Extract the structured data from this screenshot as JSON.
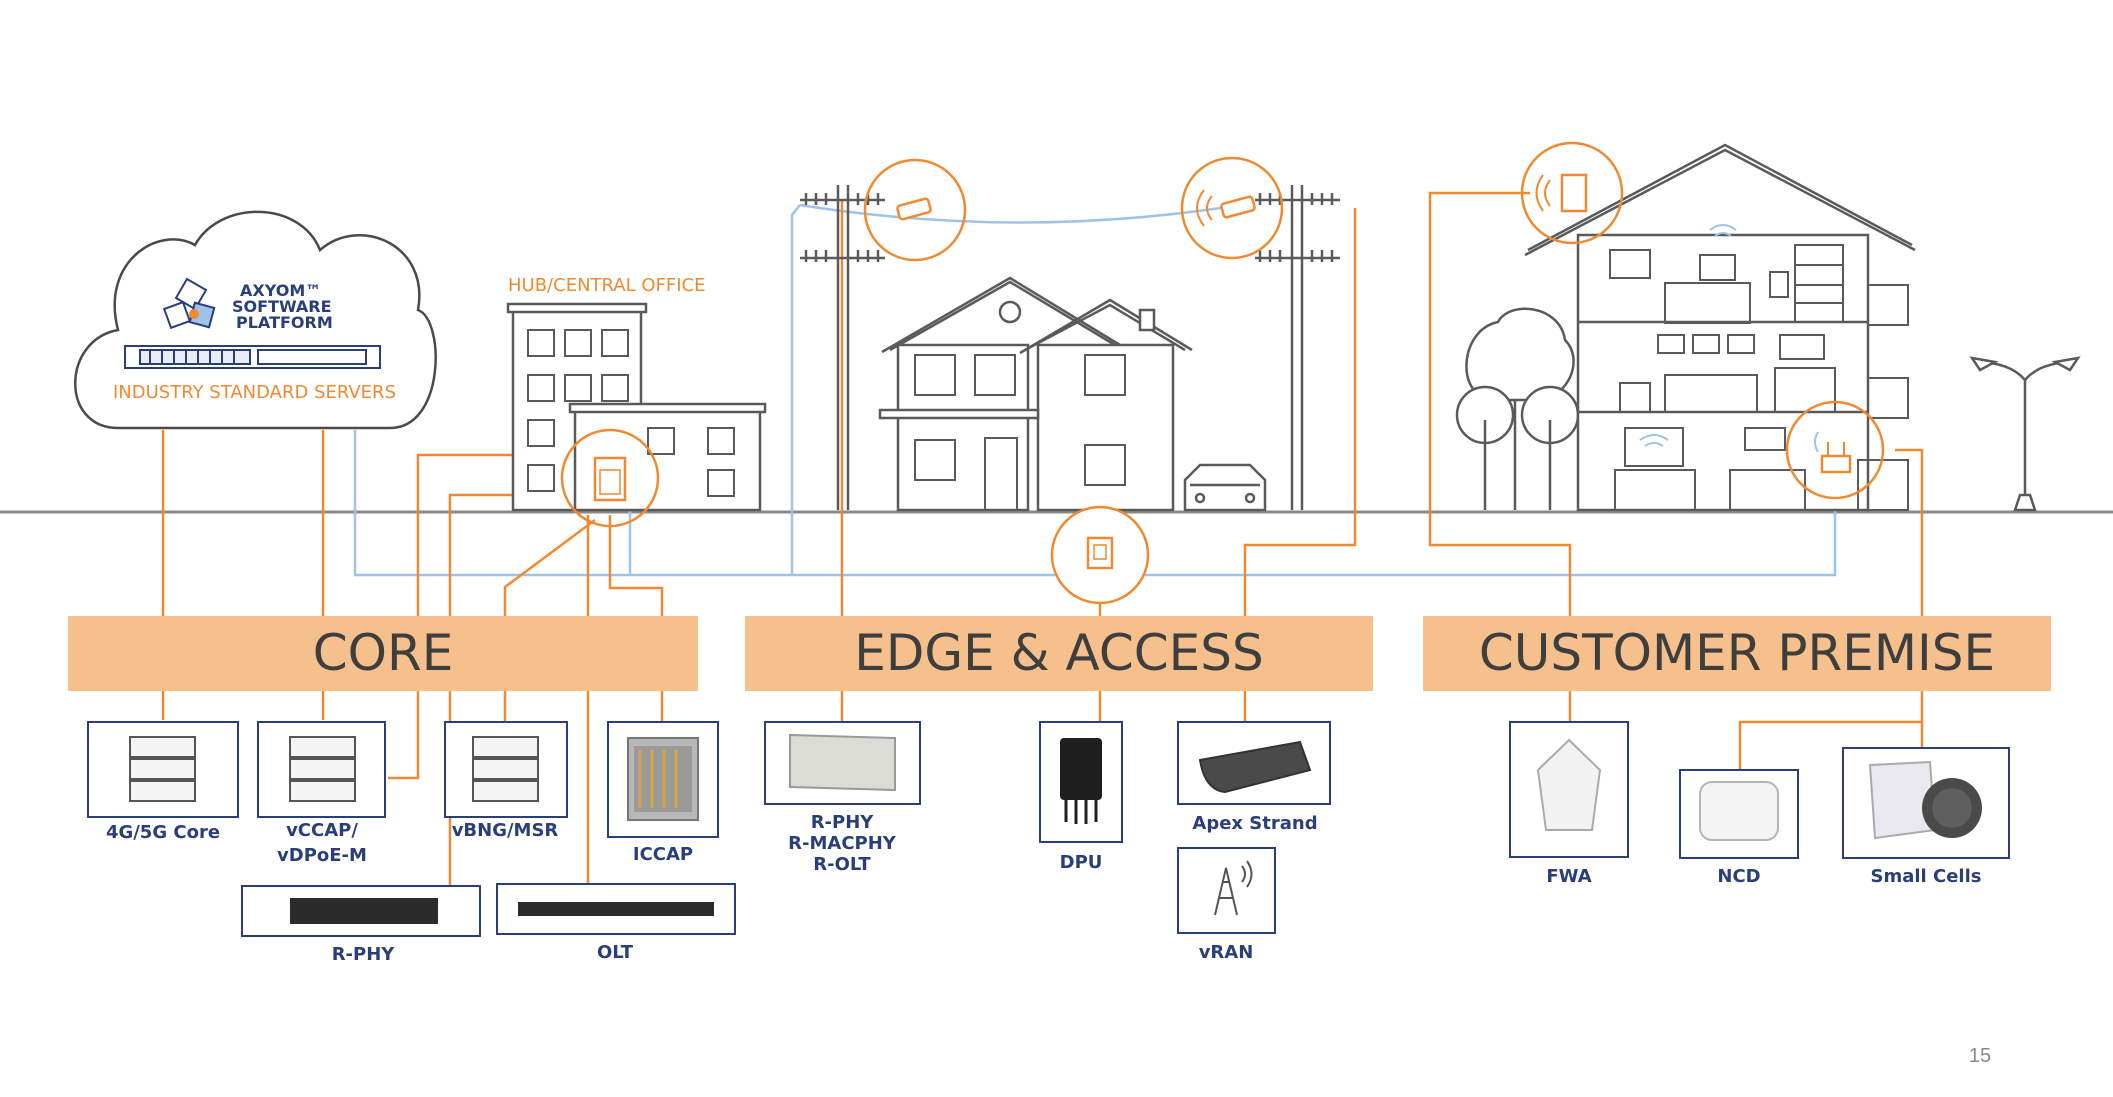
{
  "cloud": {
    "logo_line1": "AXYOM™",
    "logo_line2": "SOFTWARE",
    "logo_line3": "PLATFORM",
    "servers_label": "INDUSTRY STANDARD SERVERS"
  },
  "hub_label": "HUB/CENTRAL OFFICE",
  "bands": {
    "core": "CORE",
    "edge": "EDGE & ACCESS",
    "premise": "CUSTOMER PREMISE"
  },
  "devices": {
    "core_4g5g": "4G/5G Core",
    "vccap_line1": "vCCAP/",
    "vccap_line2": "vDPoE-M",
    "vbng": "vBNG/MSR",
    "iccap": "ICCAP",
    "rphy_core": "R-PHY",
    "olt": "OLT",
    "rphy_edge_line1": "R-PHY",
    "rphy_edge_line2": "R-MACPHY",
    "rphy_edge_line3": "R-OLT",
    "dpu": "DPU",
    "apex": "Apex Strand",
    "vran": "vRAN",
    "fwa": "FWA",
    "ncd": "NCD",
    "small_cells": "Small Cells"
  },
  "page_number": "15",
  "colors": {
    "orange": "#f08a32",
    "band": "#f5c08c",
    "navy": "#2a3f7a",
    "grey_line": "#5a5a5a",
    "blue_line": "#9fc3e8"
  }
}
